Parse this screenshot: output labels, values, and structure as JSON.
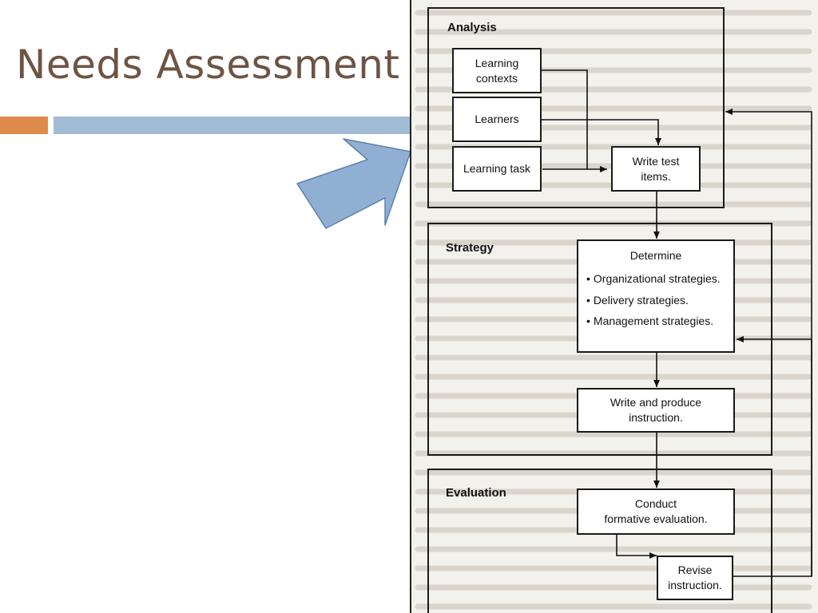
{
  "slide": {
    "title": "Needs Assessment",
    "colors": {
      "title": "#6e5444",
      "accent_orange": "#dd8a4a",
      "accent_blue": "#a3bcd6",
      "arrow_fill": "#8fb0d2",
      "arrow_stroke": "#5b82ab"
    },
    "arrow_icon": "block-arrow-up-right-icon"
  },
  "diagram": {
    "sections": {
      "analysis": "Analysis",
      "strategy": "Strategy",
      "evaluation": "Evaluation"
    },
    "boxes": {
      "learning_contexts": [
        "Learning",
        "contexts"
      ],
      "learners": "Learners",
      "learning_task": "Learning task",
      "write_test_items": [
        "Write test",
        "items."
      ],
      "determine": "Determine",
      "strategies": [
        "Organizational strategies.",
        "Delivery strategies.",
        "Management strategies."
      ],
      "write_produce": [
        "Write and produce",
        "instruction."
      ],
      "conduct": [
        "Conduct",
        "formative evaluation."
      ],
      "revise": [
        "Revise",
        "instruction."
      ]
    }
  }
}
